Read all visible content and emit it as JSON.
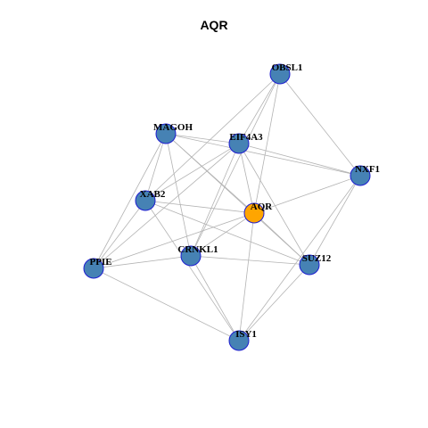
{
  "title": "AQR",
  "colors": {
    "hub": "#FFA500",
    "node": "#4682B4",
    "node_border": "#1d1dd0",
    "edge": "#b3b3b3"
  },
  "chart_data": {
    "type": "network",
    "title": "AQR",
    "nodes": [
      {
        "id": "AQR",
        "label": "AQR",
        "hub": true
      },
      {
        "id": "OBSL1",
        "label": "OBSL1"
      },
      {
        "id": "MAGOH",
        "label": "MAGOH"
      },
      {
        "id": "EIF4A3",
        "label": "EIF4A3"
      },
      {
        "id": "NXF1",
        "label": "NXF1"
      },
      {
        "id": "XAB2",
        "label": "XAB2"
      },
      {
        "id": "CRNKL1",
        "label": "CRNKL1"
      },
      {
        "id": "SUZ12",
        "label": "SUZ12"
      },
      {
        "id": "PPIE",
        "label": "PPIE"
      },
      {
        "id": "ISY1",
        "label": "ISY1"
      }
    ],
    "edges": [
      [
        "AQR",
        "OBSL1"
      ],
      [
        "AQR",
        "MAGOH"
      ],
      [
        "AQR",
        "EIF4A3"
      ],
      [
        "AQR",
        "NXF1"
      ],
      [
        "AQR",
        "XAB2"
      ],
      [
        "AQR",
        "CRNKL1"
      ],
      [
        "AQR",
        "SUZ12"
      ],
      [
        "AQR",
        "PPIE"
      ],
      [
        "AQR",
        "ISY1"
      ],
      [
        "OBSL1",
        "EIF4A3"
      ],
      [
        "OBSL1",
        "NXF1"
      ],
      [
        "OBSL1",
        "XAB2"
      ],
      [
        "OBSL1",
        "CRNKL1"
      ],
      [
        "MAGOH",
        "EIF4A3"
      ],
      [
        "MAGOH",
        "NXF1"
      ],
      [
        "MAGOH",
        "XAB2"
      ],
      [
        "MAGOH",
        "CRNKL1"
      ],
      [
        "MAGOH",
        "SUZ12"
      ],
      [
        "MAGOH",
        "PPIE"
      ],
      [
        "EIF4A3",
        "NXF1"
      ],
      [
        "EIF4A3",
        "XAB2"
      ],
      [
        "EIF4A3",
        "CRNKL1"
      ],
      [
        "EIF4A3",
        "SUZ12"
      ],
      [
        "EIF4A3",
        "PPIE"
      ],
      [
        "NXF1",
        "SUZ12"
      ],
      [
        "NXF1",
        "ISY1"
      ],
      [
        "XAB2",
        "SUZ12"
      ],
      [
        "XAB2",
        "ISY1"
      ],
      [
        "XAB2",
        "PPIE"
      ],
      [
        "CRNKL1",
        "PPIE"
      ],
      [
        "CRNKL1",
        "SUZ12"
      ],
      [
        "CRNKL1",
        "ISY1"
      ],
      [
        "SUZ12",
        "ISY1"
      ],
      [
        "PPIE",
        "ISY1"
      ]
    ]
  }
}
